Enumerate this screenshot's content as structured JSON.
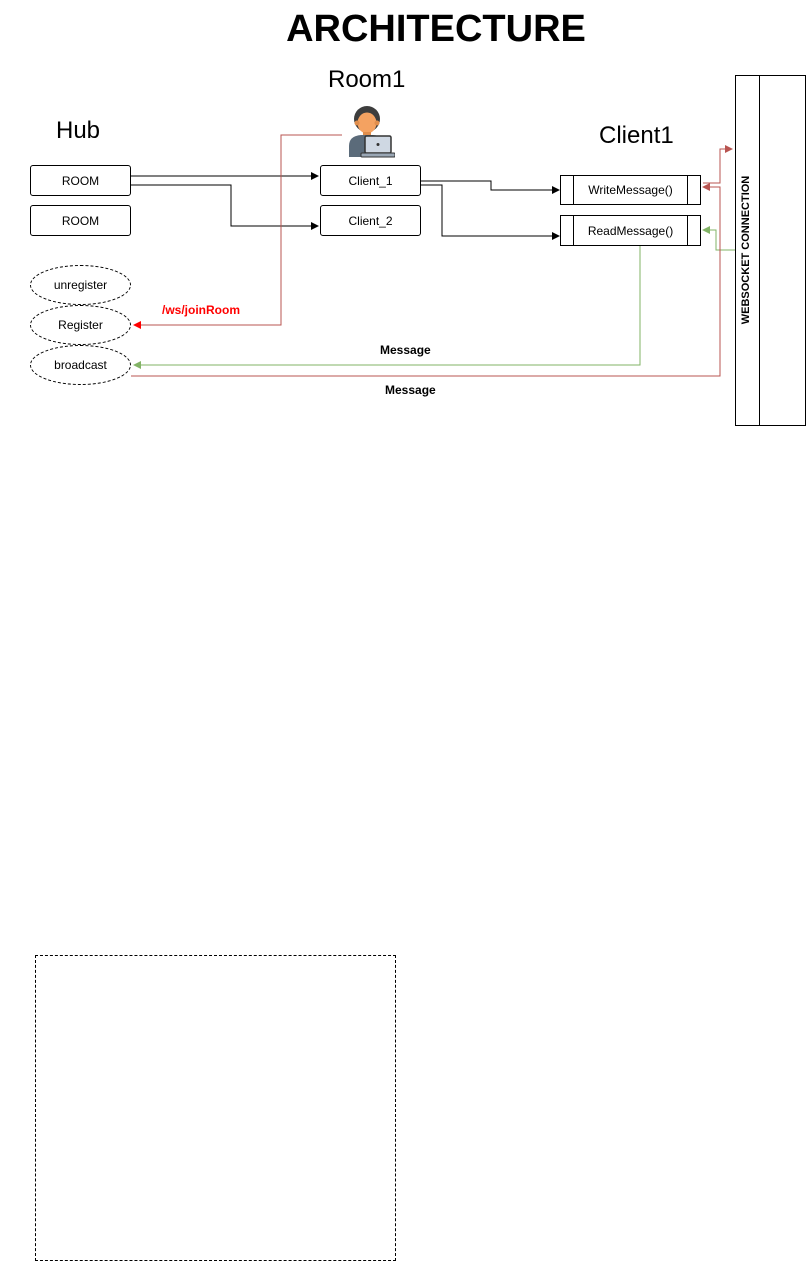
{
  "title": "ARCHITECTURE",
  "sections": {
    "hub": "Hub",
    "room": "Room1",
    "client": "Client1"
  },
  "hub": {
    "rooms": [
      "ROOM",
      "ROOM"
    ],
    "channels": [
      "unregister",
      "Register",
      "broadcast"
    ]
  },
  "room": {
    "clients": [
      "Client_1",
      "Client_2"
    ]
  },
  "client": {
    "methods": [
      "WriteMessage()",
      "ReadMessage()"
    ]
  },
  "websocket": {
    "label": "WEBSOCKET CONNECTION"
  },
  "edges": {
    "join_room": "/ws/joinRoom",
    "message_green": "Message",
    "message_red": "Message"
  },
  "colors": {
    "join_line": "#b85450",
    "join_arrow": "#ff0000",
    "join_label": "#ff0000",
    "read_line": "#82b366",
    "write_line": "#b85450",
    "user_skin": "#f4a261",
    "user_hair": "#3d3d3d",
    "user_shirt": "#5b6b7a"
  },
  "icons": {
    "user": "user-with-laptop-icon"
  }
}
